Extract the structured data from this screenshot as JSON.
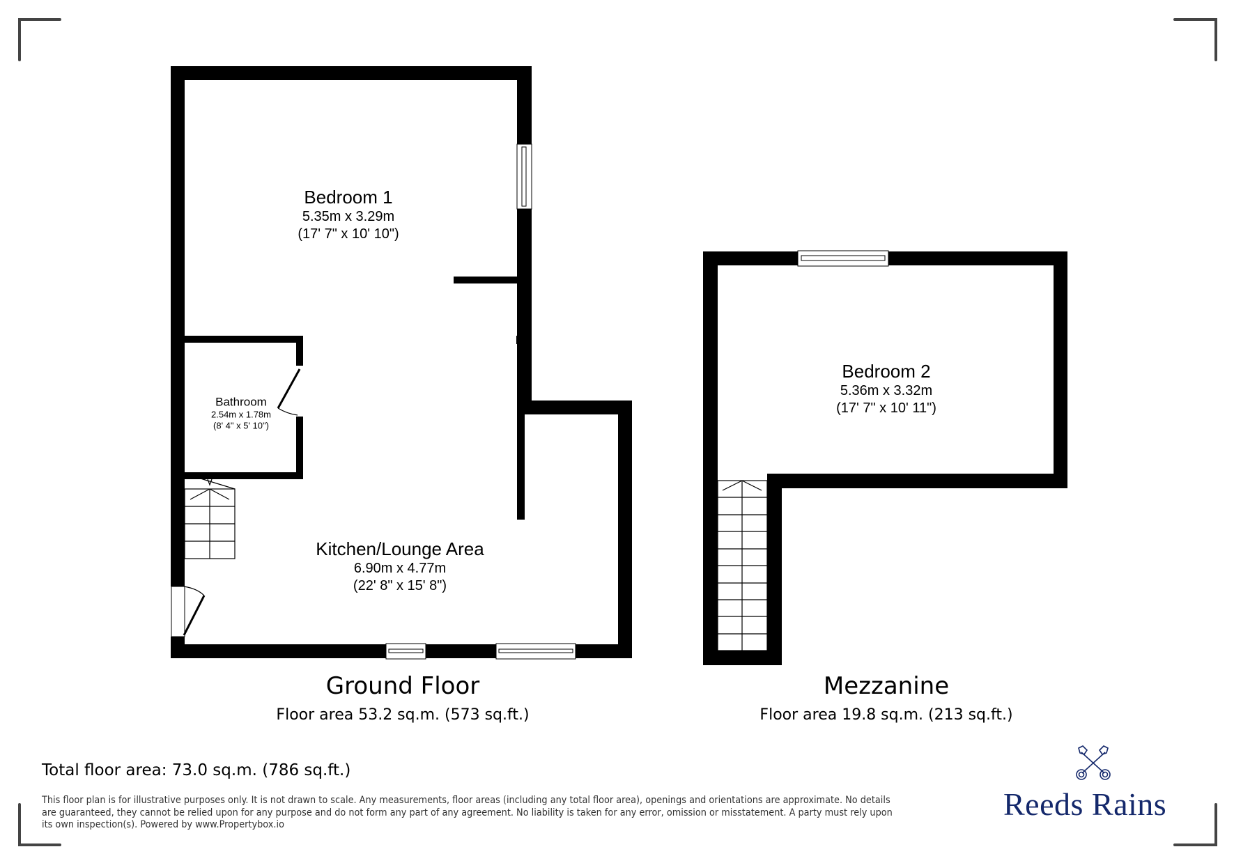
{
  "rooms": {
    "bedroom1": {
      "name": "Bedroom 1",
      "metric": "5.35m x 3.29m",
      "imperial": "(17' 7\" x 10' 10\")"
    },
    "bathroom": {
      "name": "Bathroom",
      "metric": "2.54m x 1.78m",
      "imperial": "(8' 4\" x 5' 10\")"
    },
    "kitchen": {
      "name": "Kitchen/Lounge Area",
      "metric": "6.90m x 4.77m",
      "imperial": "(22' 8\" x 15' 8\")"
    },
    "bedroom2": {
      "name": "Bedroom 2",
      "metric": "5.36m x 3.32m",
      "imperial": "(17' 7\" x 10' 11\")"
    }
  },
  "floors": {
    "ground": {
      "title": "Ground Floor",
      "area": "Floor area 53.2 sq.m. (573 sq.ft.)"
    },
    "mezzanine": {
      "title": "Mezzanine",
      "area": "Floor area 19.8 sq.m. (213 sq.ft.)"
    }
  },
  "total_area": "Total floor area: 73.0 sq.m. (786 sq.ft.)",
  "disclaimer": "This floor plan is for illustrative purposes only. It is not drawn to scale. Any measurements, floor areas (including any total floor area), openings and orientations are approximate. No details are guaranteed, they cannot be relied upon for any purpose and do not form any part of any agreement. No liability is taken for any error, omission or misstatement. A party must rely upon its own inspection(s). Powered by www.Propertybox.io",
  "brand": {
    "name": "Reeds Rains",
    "icon": "crossed-keys-icon",
    "color": "#14286b"
  },
  "colors": {
    "wall": "#000000",
    "corner_marks": "#444444",
    "background": "#ffffff"
  }
}
